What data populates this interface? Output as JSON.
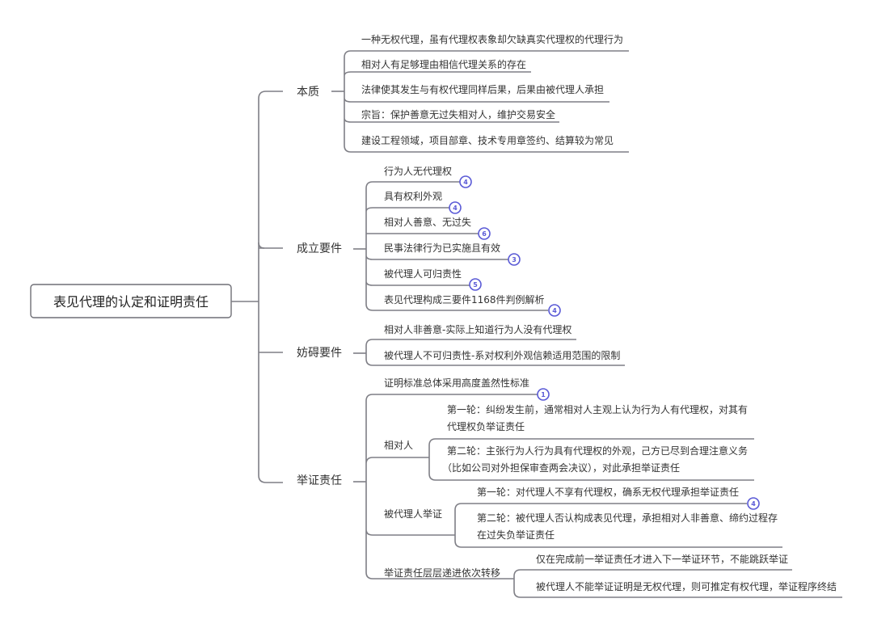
{
  "root": {
    "label": "表见代理的认定和证明责任"
  },
  "branches": [
    {
      "label": "本质",
      "items": [
        {
          "text": "一种无权代理，虽有代理权表象却欠缺真实代理权的代理行为"
        },
        {
          "text": "相对人有足够理由相信代理关系的存在"
        },
        {
          "text": "法律使其发生与有权代理同样后果，后果由被代理人承担"
        },
        {
          "text": "宗旨：保护善意无过失相对人，维护交易安全"
        },
        {
          "text": "建设工程领域，项目部章、技术专用章签约、结算较为常见"
        }
      ]
    },
    {
      "label": "成立要件",
      "items": [
        {
          "text": "行为人无代理权",
          "badge": "4"
        },
        {
          "text": "具有权利外观",
          "badge": "4"
        },
        {
          "text": "相对人善意、无过失",
          "badge": "6"
        },
        {
          "text": "民事法律行为已实施且有效",
          "badge": "3"
        },
        {
          "text": "被代理人可归责性",
          "badge": "5"
        },
        {
          "text": "表见代理构成三要件1168件判例解析",
          "badge": "4"
        }
      ]
    },
    {
      "label": "妨碍要件",
      "items": [
        {
          "text": "相对人非善意-实际上知道行为人没有代理权"
        },
        {
          "text": "被代理人不可归责性-系对权利外观信赖适用范围的限制"
        }
      ]
    },
    {
      "label": "举证责任",
      "items": [
        {
          "text": "证明标准总体采用高度盖然性标准",
          "badge": "1"
        },
        {
          "text": "相对人",
          "children": [
            {
              "lines": [
                "第一轮：纠纷发生前，通常相对人主观上认为行为人有代理权，对其有",
                "代理权负举证责任"
              ]
            },
            {
              "lines": [
                "第二轮：主张行为人行为具有代理权的外观，己方已尽到合理注意义务",
                "（比如公司对外担保审查两会决议），对此承担举证责任"
              ]
            }
          ]
        },
        {
          "text": "被代理人举证",
          "children": [
            {
              "lines": [
                "第一轮：对代理人不享有代理权，确系无权代理承担举证责任"
              ],
              "badge": "4"
            },
            {
              "lines": [
                "第二轮：被代理人否认构成表见代理，承担相对人非善意、缔约过程存",
                "在过失负举证责任"
              ]
            }
          ]
        },
        {
          "text": "举证责任层层递进依次转移",
          "children": [
            {
              "lines": [
                "仅在完成前一举证责任才进入下一举证环节，不能跳跃举证"
              ]
            },
            {
              "lines": [
                "被代理人不能举证证明是无权代理，则可推定有权代理，举证程序终结"
              ]
            }
          ]
        }
      ]
    }
  ],
  "colors": {
    "line": "#7f7f86",
    "badge": "#5a5ad6",
    "text": "#333333"
  }
}
